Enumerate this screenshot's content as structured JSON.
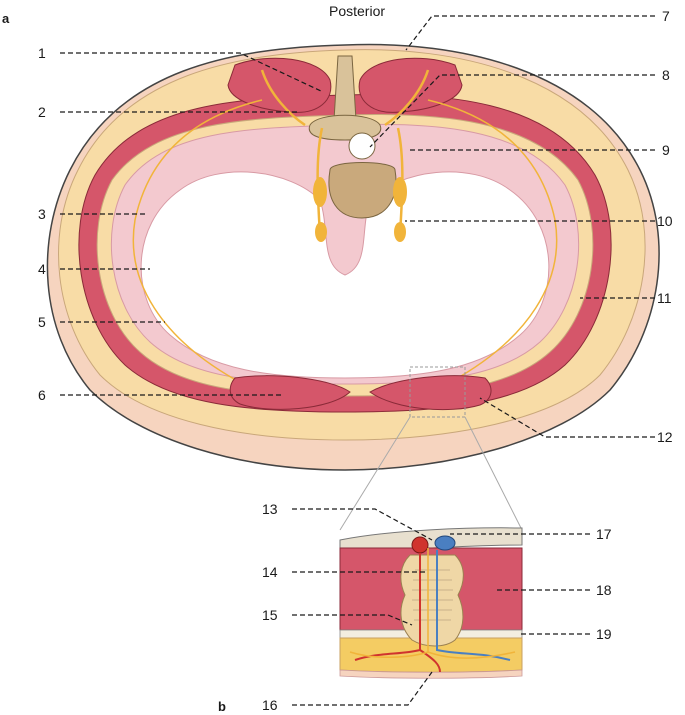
{
  "panels": {
    "a": "a",
    "b": "b"
  },
  "orientation": "Posterior",
  "labels": {
    "l1": "1",
    "l2": "2",
    "l3": "3",
    "l4": "4",
    "l5": "5",
    "l6": "6",
    "l7": "7",
    "l8": "8",
    "l9": "9",
    "l10": "10",
    "l11": "11",
    "l12": "12",
    "l13": "13",
    "l14": "14",
    "l15": "15",
    "l16": "16",
    "l17": "17",
    "l18": "18",
    "l19": "19"
  },
  "colors": {
    "skin": "#f6d4bf",
    "fat": "#f8dca6",
    "muscle": "#d5566a",
    "pleura": "#f3c9cf",
    "nerve": "#f1b43a",
    "bone": "#d9c29a",
    "artery": "#d0332e",
    "vein": "#4a7fc1"
  }
}
